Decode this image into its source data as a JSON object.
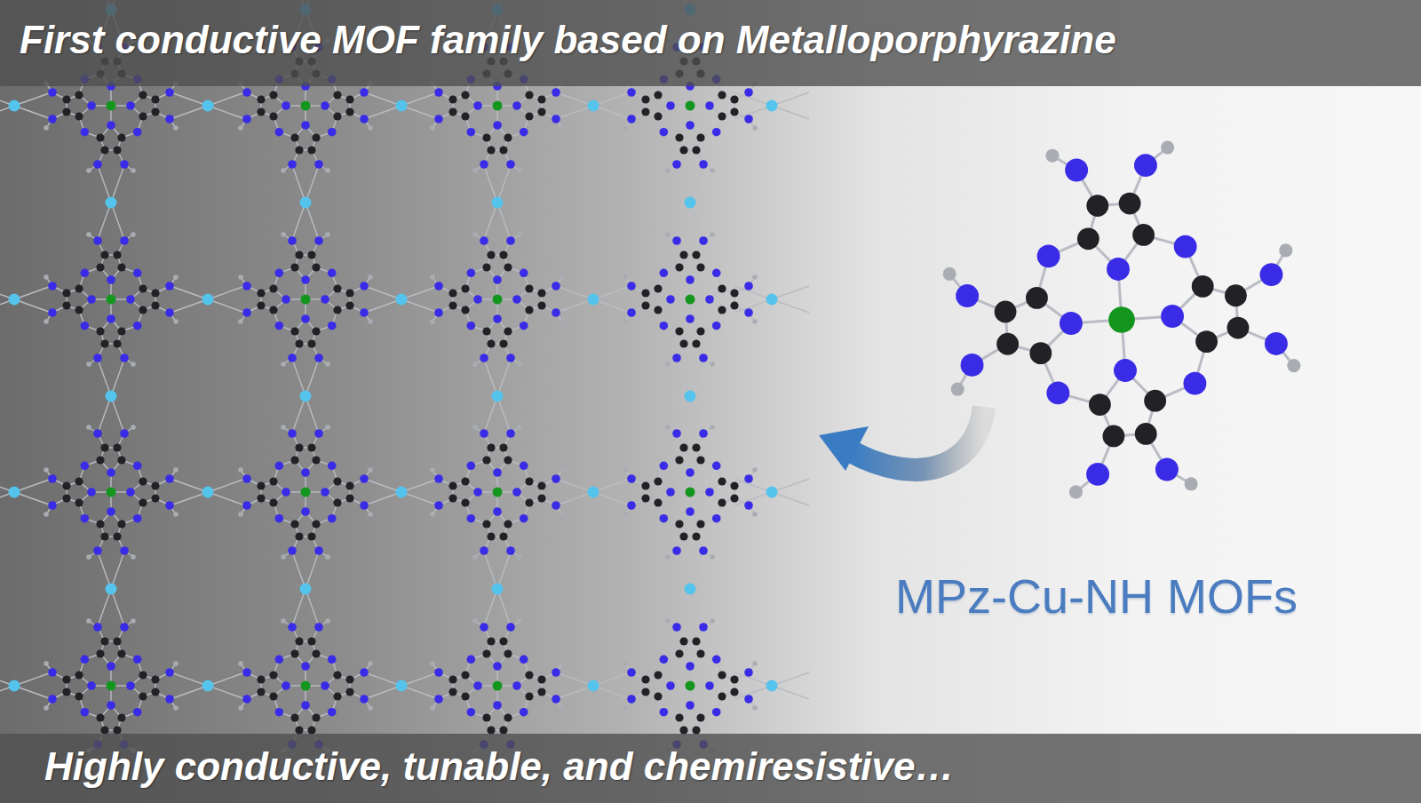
{
  "diagram": {
    "title": "First conductive MOF family based on Metalloporphyrazine",
    "caption": "Highly conductive, tunable, and chemiresistive…",
    "labels": [
      "MPz-Cu-NH MOFs"
    ]
  }
}
